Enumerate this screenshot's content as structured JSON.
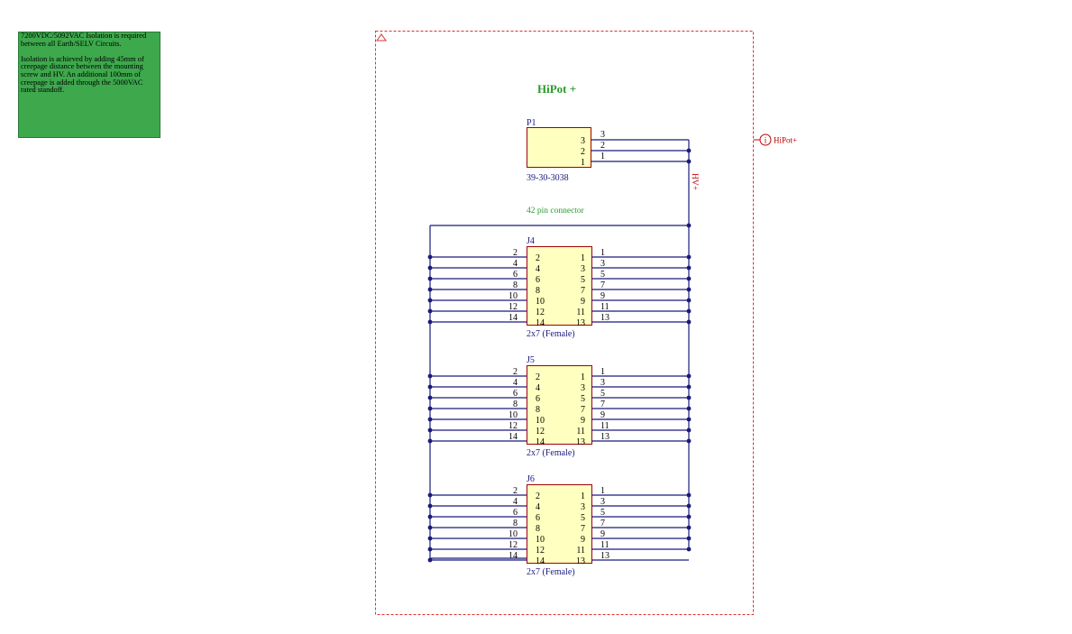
{
  "note": {
    "paragraphs": [
      "7200VDC/5092VAC Isolation is required between all Earth/SELV Circuits.",
      "Isolation is achieved by adding 45mm of creepage distance between the mounting screw and HV. An additional 100mm of creepage is added through the 5000VAC rated standoff."
    ]
  },
  "sheet": {
    "title": "HiPot +",
    "port_label": "HiPot+",
    "port_glyph": "i",
    "net_label": "HV+",
    "connector_note": "42 pin connector",
    "colors": {
      "wire": "#1a1a7e",
      "body_fill": "#ffffc0",
      "body_stroke": "#a00000",
      "border": "#e03030",
      "title": "#2a9a2a",
      "note_bg": "#3da84c"
    }
  },
  "p1": {
    "ref": "P1",
    "value": "39-30-3038",
    "pins": [
      "3",
      "2",
      "1"
    ]
  },
  "headers": [
    {
      "ref": "J4",
      "value": "2x7 (Female)",
      "left_pins": [
        "2",
        "4",
        "6",
        "8",
        "10",
        "12",
        "14"
      ],
      "right_pins": [
        "1",
        "3",
        "5",
        "7",
        "9",
        "11",
        "13"
      ]
    },
    {
      "ref": "J5",
      "value": "2x7 (Female)",
      "left_pins": [
        "2",
        "4",
        "6",
        "8",
        "10",
        "12",
        "14"
      ],
      "right_pins": [
        "1",
        "3",
        "5",
        "7",
        "9",
        "11",
        "13"
      ]
    },
    {
      "ref": "J6",
      "value": "2x7 (Female)",
      "left_pins": [
        "2",
        "4",
        "6",
        "8",
        "10",
        "12",
        "14"
      ],
      "right_pins": [
        "1",
        "3",
        "5",
        "7",
        "9",
        "11",
        "13"
      ]
    }
  ]
}
